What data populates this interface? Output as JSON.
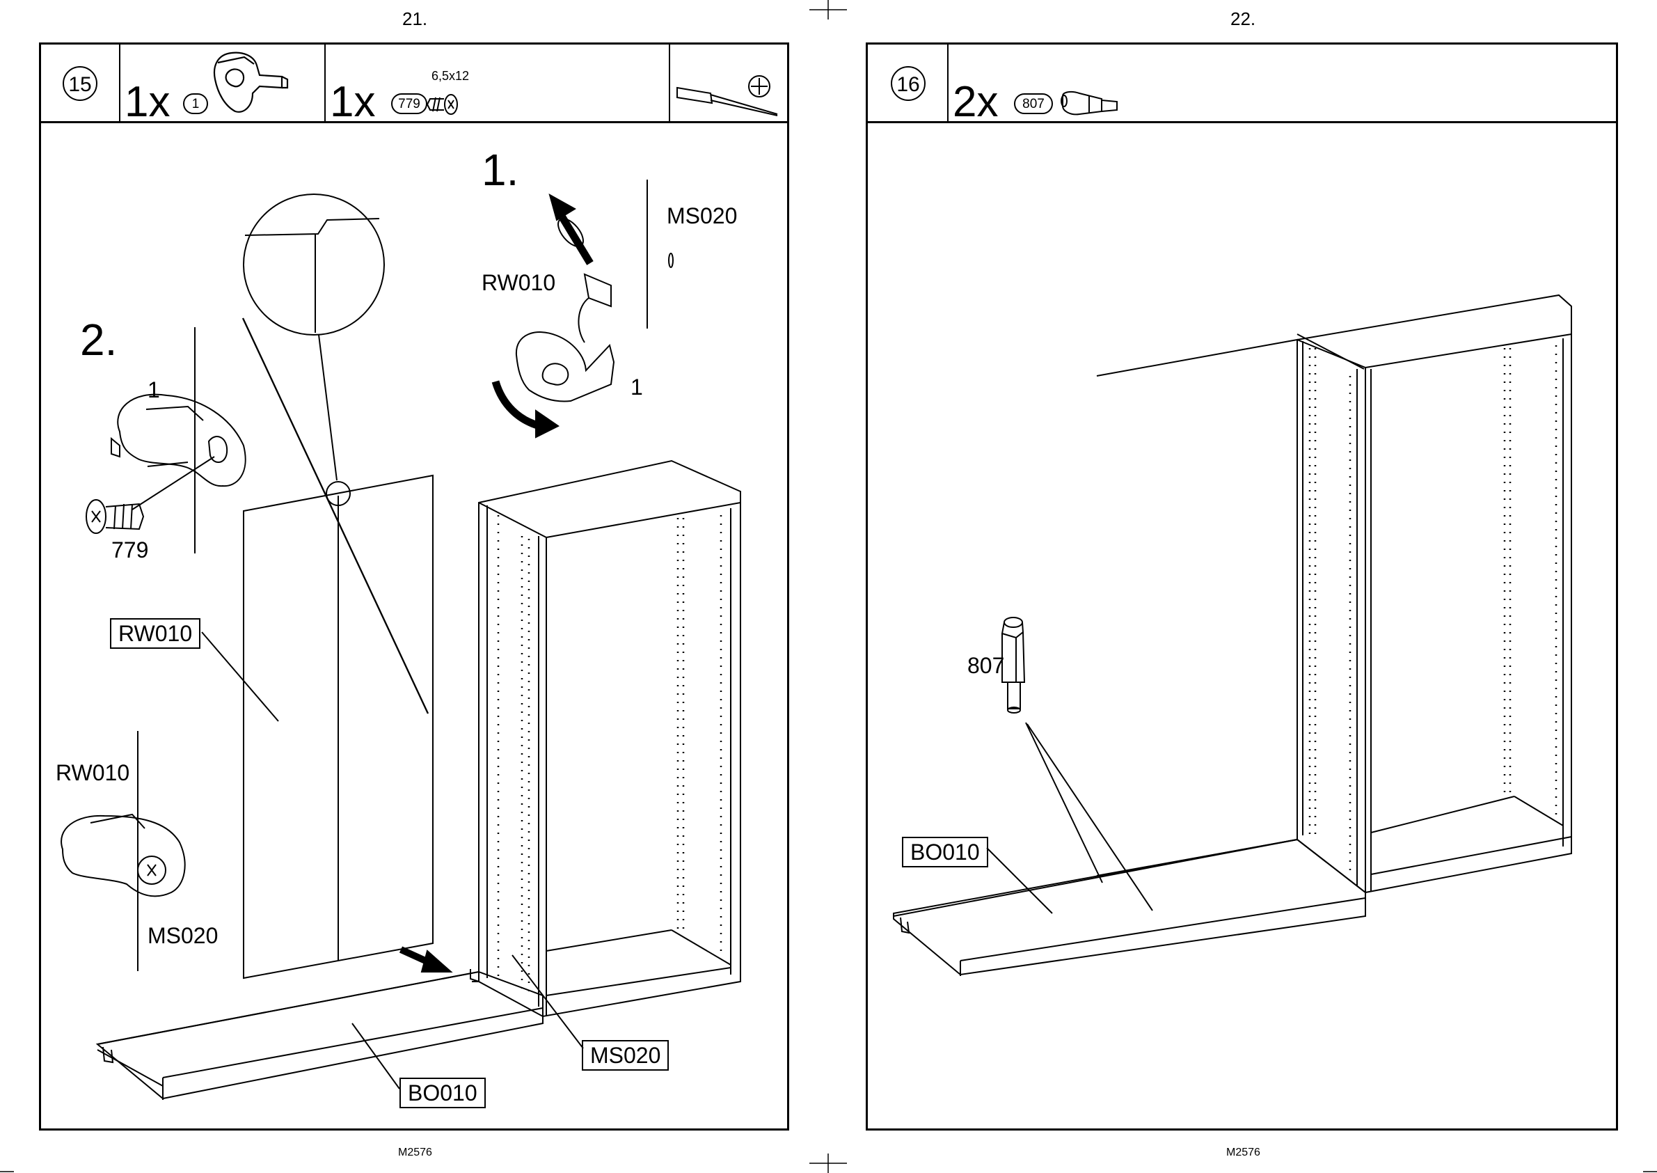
{
  "page_left": {
    "page_number": "21.",
    "footer_code": "M2576",
    "step": {
      "number": "15",
      "parts": [
        {
          "qty": "1x",
          "part_id": "1"
        },
        {
          "qty": "1x",
          "part_id": "779",
          "size": "6,5x12"
        }
      ],
      "tool": "screwdriver-phillips"
    },
    "substeps": [
      "1.",
      "2."
    ],
    "labels": {
      "ms020_top": "MS020",
      "rw010_top": "RW010",
      "part1_top": "1",
      "part1_mid": "1",
      "screw_779": "779",
      "rw010_box": "RW010",
      "rw010_lower": "RW010",
      "ms020_lower": "MS020",
      "ms020_box": "MS020",
      "bo010_box": "BO010"
    }
  },
  "page_right": {
    "page_number": "22.",
    "footer_code": "M2576",
    "step": {
      "number": "16",
      "parts": [
        {
          "qty": "2x",
          "part_id": "807"
        }
      ]
    },
    "labels": {
      "dowel_807": "807",
      "bo010_box": "BO010"
    }
  }
}
